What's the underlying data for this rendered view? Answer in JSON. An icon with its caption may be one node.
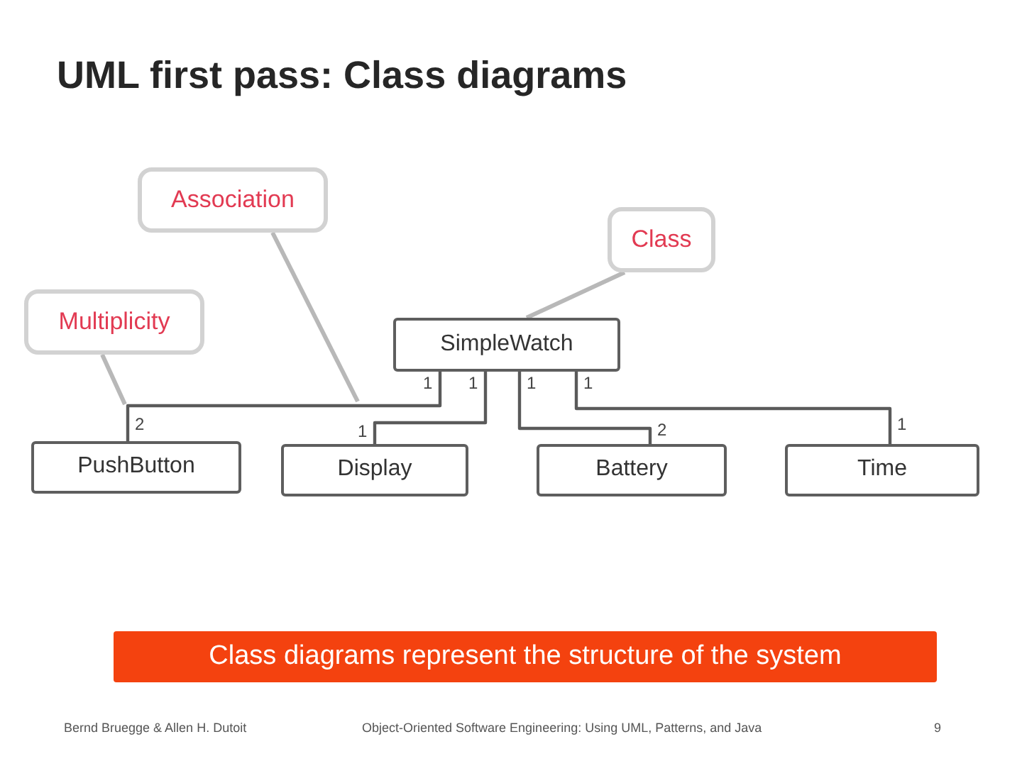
{
  "diagram": {
    "title": "UML first pass: Class diagrams",
    "nodes": [
      {
        "text": [
          "Association"
        ]
      },
      {
        "text": [
          "Class"
        ]
      },
      {
        "text": [
          "Multiplicity"
        ]
      },
      {
        "text": [
          "SimpleWatch"
        ]
      },
      {
        "text": [
          "PushButton"
        ]
      },
      {
        "text": [
          "Display"
        ]
      },
      {
        "text": [
          "Battery"
        ]
      },
      {
        "text": [
          "Time"
        ]
      },
      {
        "text": [
          "Class diagrams represent the structure of the system"
        ]
      }
    ],
    "edges": [
      {
        "from": 3,
        "to": 4,
        "arrow": "none"
      },
      {
        "from": 3,
        "to": 5,
        "arrow": "none"
      },
      {
        "from": 3,
        "to": 6,
        "arrow": "none"
      },
      {
        "from": 3,
        "to": 7,
        "arrow": "none"
      },
      {
        "from": 0,
        "to": null,
        "arrow": "none",
        "color": "#b8b8b8"
      },
      {
        "from": 1,
        "to": 3,
        "arrow": "none",
        "color": "#b8b8b8"
      },
      {
        "from": 2,
        "to": null,
        "arrow": "none",
        "color": "#b8b8b8"
      }
    ],
    "labels": [
      "1",
      "1",
      "1",
      "1",
      "2",
      "1",
      "2",
      "1",
      "Bernd Bruegge & Allen H. Dutoit",
      "Object-Oriented Software Engineering: Using UML, Patterns, and Java",
      "9"
    ]
  }
}
